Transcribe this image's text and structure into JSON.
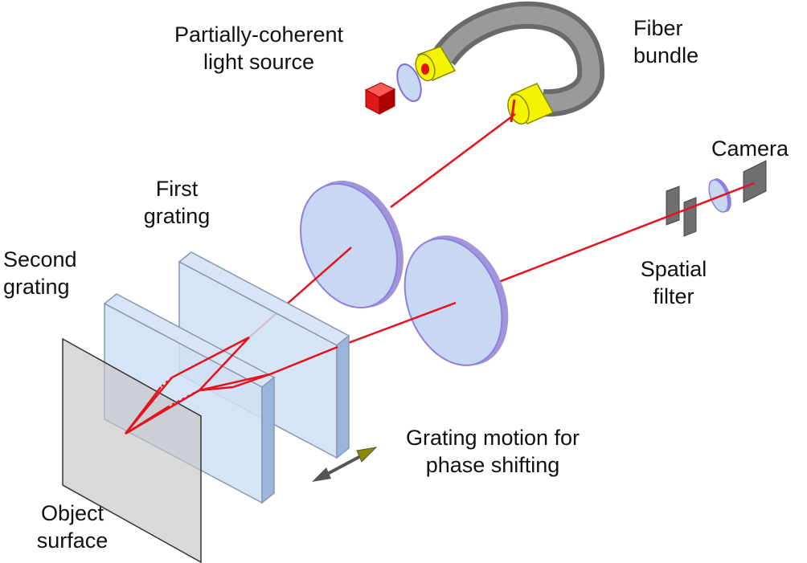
{
  "labels": {
    "light_source": [
      "Partially-coherent",
      "light source"
    ],
    "fiber_bundle": [
      "Fiber",
      "bundle"
    ],
    "camera": "Camera",
    "first_grating": [
      "First",
      "grating"
    ],
    "second_grating": [
      "Second",
      "grating"
    ],
    "spatial_filter": [
      "Spatial",
      "filter"
    ],
    "grating_motion": [
      "Grating motion for",
      "phase shifting"
    ],
    "object_surface": [
      "Object",
      "surface"
    ]
  },
  "colors": {
    "beam": "#e8101a",
    "lens_fill": "#c9d8f2",
    "lens_edge": "#7f6fd6",
    "grating_fill": "#cfe0f4",
    "grating_side": "#9bb6dc",
    "fiber": "#8c8c8c",
    "connector": "#f2f200",
    "source_cube": "#e01818",
    "object_surface": "#c4c4c4",
    "filter_plate": "#6e6e6e",
    "arrow_head": "#8a8a00"
  },
  "icons": {
    "light_source": "red-cube-icon",
    "arrow": "double-headed-arrow-icon"
  }
}
